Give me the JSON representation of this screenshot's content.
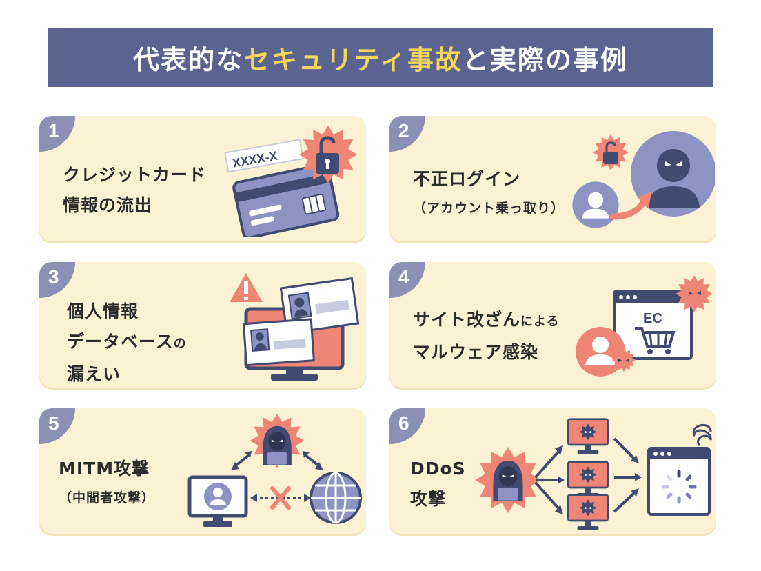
{
  "title": {
    "part1": "代表的な",
    "part2": "セキュリティ事故",
    "part3": "と実際の事例"
  },
  "colors": {
    "banner": "#5b6490",
    "highlight": "#f5d55c",
    "card": "#fbf1d3",
    "badge": "#8b90b4",
    "navy": "#414a70",
    "coral": "#ef8575",
    "periwinkle": "#8d94c4"
  },
  "cases": [
    {
      "num": "1",
      "line1": "クレジットカード",
      "line2": "情報の流出",
      "card_text": "XXXX-X",
      "icon": "credit-card-lock-icon"
    },
    {
      "num": "2",
      "line1": "不正ログイン",
      "line2": "（アカウント乗っ取り）",
      "icon": "account-takeover-icon"
    },
    {
      "num": "3",
      "line1": "個人情報",
      "line2a": "データベース",
      "line2b": "の",
      "line3": "漏えい",
      "icon": "database-leak-icon"
    },
    {
      "num": "4",
      "line1a": "サイト改ざん",
      "line1b": "による",
      "line2": "マルウェア感染",
      "ec_text": "EC",
      "icon": "malware-site-icon"
    },
    {
      "num": "5",
      "line1": "MITM攻撃",
      "line2": "（中間者攻撃）",
      "icon": "mitm-attack-icon"
    },
    {
      "num": "6",
      "line1": "DDoS",
      "line2": "攻撃",
      "icon": "ddos-attack-icon"
    }
  ]
}
